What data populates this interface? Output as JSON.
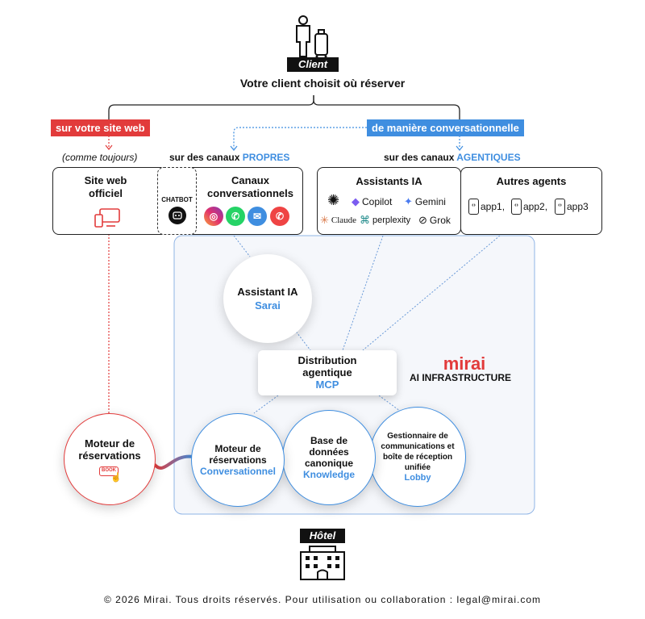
{
  "client": {
    "label": "Client",
    "heading": "Votre client choisit où réserver"
  },
  "branches": {
    "left": "sur votre site web",
    "left_note": "(comme toujours)",
    "right": "de manière conversationnelle"
  },
  "own_channels": {
    "prefix": "sur des canaux ",
    "highlight": "PROPRES"
  },
  "agentic_channels": {
    "prefix": "sur des canaux ",
    "highlight": "AGENTIQUES"
  },
  "site_web": {
    "title": "Site web officiel"
  },
  "chatbot": {
    "label": "CHATBOT"
  },
  "canaux": {
    "title": "Canaux conversationnels",
    "icons": [
      "instagram-icon",
      "whatsapp-icon",
      "email-icon",
      "phone-icon"
    ]
  },
  "assistants_ia": {
    "title": "Assistants IA",
    "items": [
      "Copilot",
      "Gemini",
      "Claude",
      "perplexity",
      "Grok"
    ]
  },
  "autres_agents": {
    "title": "Autres agents",
    "apps": [
      "app1,",
      "app2,",
      "app3"
    ]
  },
  "sarai": {
    "title": "Assistant IA",
    "name": "Sarai"
  },
  "distribution": {
    "title": "Distribution agentique",
    "name": "MCP"
  },
  "brand": {
    "logo": "mirai",
    "subtitle": "AI INFRASTRUCTURE"
  },
  "moteur_web": {
    "title": "Moteur de réservations",
    "badge": "BOOK"
  },
  "moteur_conv": {
    "title": "Moteur de réservations",
    "name": "Conversationnel"
  },
  "knowledge": {
    "title": "Base de données canonique",
    "name": "Knowledge"
  },
  "lobby": {
    "title": "Gestionnaire de communications et boîte de réception unifiée",
    "name": "Lobby"
  },
  "hotel": {
    "label": "Hôtel"
  },
  "footer": "© 2026 Mirai. Tous droits réservés. Pour utilisation ou collaboration : legal@mirai.com",
  "colors": {
    "red": "#e23b3b",
    "blue": "#3f8ee0",
    "dark": "#111111"
  }
}
